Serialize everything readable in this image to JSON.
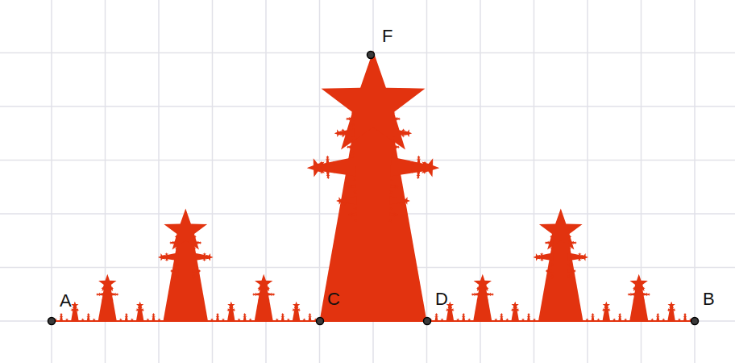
{
  "diagram": {
    "labels": [
      "F",
      "A",
      "C",
      "D",
      "B"
    ]
  }
}
